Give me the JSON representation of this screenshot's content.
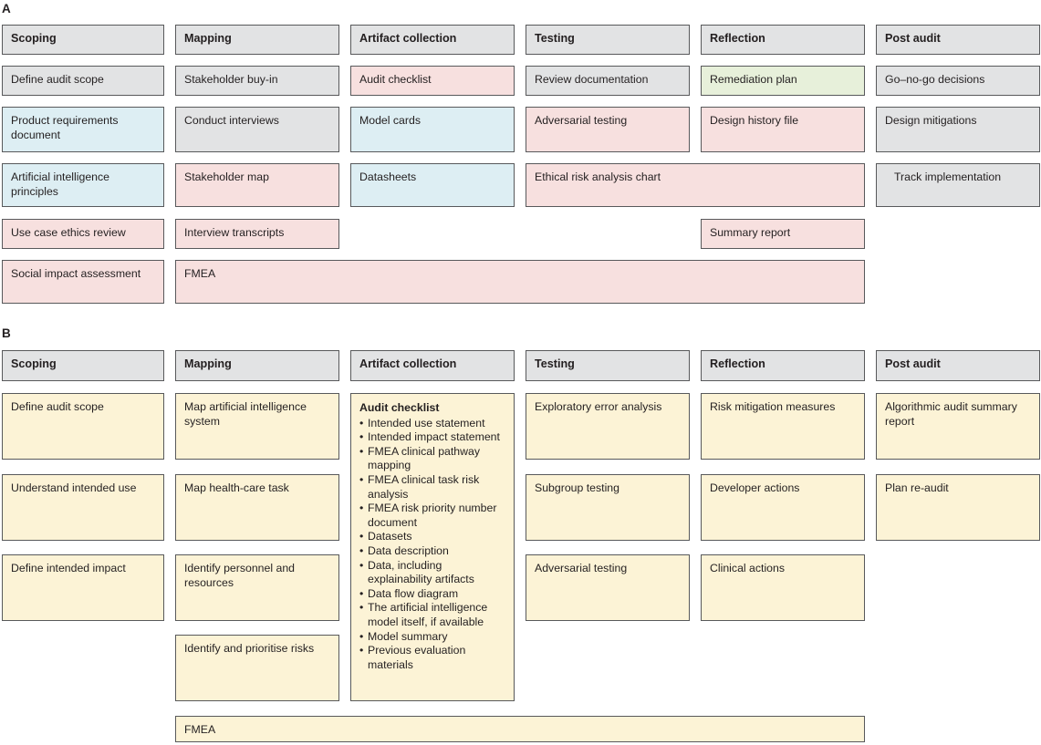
{
  "figure": {
    "panels": [
      {
        "id": "A",
        "label": "A"
      },
      {
        "id": "B",
        "label": "B"
      }
    ]
  },
  "panelA": {
    "label": "A",
    "headers": [
      "Scoping",
      "Mapping",
      "Artifact collection",
      "Testing",
      "Reflection",
      "Post audit"
    ],
    "columns": {
      "scoping": [
        {
          "text": "Define audit scope",
          "color": "grey"
        },
        {
          "text": "Product requirements document",
          "color": "blue"
        },
        {
          "text": "Artificial intelligence principles",
          "color": "blue"
        },
        {
          "text": "Use case ethics review",
          "color": "pink"
        },
        {
          "text": "Social impact assessment",
          "color": "pink"
        }
      ],
      "mapping": [
        {
          "text": "Stakeholder buy-in",
          "color": "grey"
        },
        {
          "text": "Conduct interviews",
          "color": "grey"
        },
        {
          "text": "Stakeholder map",
          "color": "pink"
        },
        {
          "text": "Interview transcripts",
          "color": "pink"
        }
      ],
      "artifact_collection": [
        {
          "text": "Audit checklist",
          "color": "pink"
        },
        {
          "text": "Model cards",
          "color": "blue"
        },
        {
          "text": "Datasheets",
          "color": "blue"
        }
      ],
      "testing": [
        {
          "text": "Review documentation",
          "color": "grey"
        },
        {
          "text": "Adversarial testing",
          "color": "pink"
        }
      ],
      "reflection": [
        {
          "text": "Remediation plan",
          "color": "green"
        },
        {
          "text": "Design history file",
          "color": "pink"
        },
        {
          "text": "Summary report",
          "color": "pink"
        }
      ],
      "post_audit": [
        {
          "text": "Go–no-go decisions",
          "color": "grey"
        },
        {
          "text": "Design mitigations",
          "color": "grey"
        },
        {
          "text": "Track implementation",
          "color": "grey"
        }
      ],
      "spanning": [
        {
          "text": "Ethical risk analysis chart",
          "color": "pink"
        },
        {
          "text": "FMEA",
          "color": "pink"
        }
      ]
    }
  },
  "panelB": {
    "label": "B",
    "headers": [
      "Scoping",
      "Mapping",
      "Artifact collection",
      "Testing",
      "Reflection",
      "Post audit"
    ],
    "columns": {
      "scoping": [
        {
          "text": "Define audit scope",
          "color": "cream"
        },
        {
          "text": "Understand intended use",
          "color": "cream"
        },
        {
          "text": "Define intended impact",
          "color": "cream"
        }
      ],
      "mapping": [
        {
          "text": "Map artificial intelligence system",
          "color": "cream"
        },
        {
          "text": "Map health-care task",
          "color": "cream"
        },
        {
          "text": "Identify personnel and resources",
          "color": "cream"
        },
        {
          "text": "Identify and prioritise risks",
          "color": "cream"
        }
      ],
      "artifact_collection": {
        "title": "Audit checklist",
        "color": "cream",
        "items": [
          "Intended use statement",
          "Intended impact statement",
          "FMEA clinical pathway mapping",
          "FMEA clinical task risk analysis",
          "FMEA risk priority number document",
          "Datasets",
          "Data description",
          "Data, including explainability artifacts",
          "Data flow diagram",
          "The artificial intelligence model itself, if available",
          "Model summary",
          "Previous evaluation materials"
        ]
      },
      "testing": [
        {
          "text": "Exploratory error analysis",
          "color": "cream"
        },
        {
          "text": "Subgroup testing",
          "color": "cream"
        },
        {
          "text": "Adversarial testing",
          "color": "cream"
        }
      ],
      "reflection": [
        {
          "text": "Risk mitigation measures",
          "color": "cream"
        },
        {
          "text": "Developer actions",
          "color": "cream"
        },
        {
          "text": "Clinical actions",
          "color": "cream"
        }
      ],
      "post_audit": [
        {
          "text": "Algorithmic audit summary report",
          "color": "cream"
        },
        {
          "text": "Plan re-audit",
          "color": "cream"
        }
      ],
      "spanning": [
        {
          "text": "FMEA",
          "color": "cream"
        }
      ]
    }
  },
  "colors": {
    "grey": "#e2e3e4",
    "blue": "#ddeef3",
    "pink": "#f7e0df",
    "green": "#e7f0da",
    "cream": "#fcf3d6",
    "border": "#58595b",
    "text": "#231f20"
  }
}
